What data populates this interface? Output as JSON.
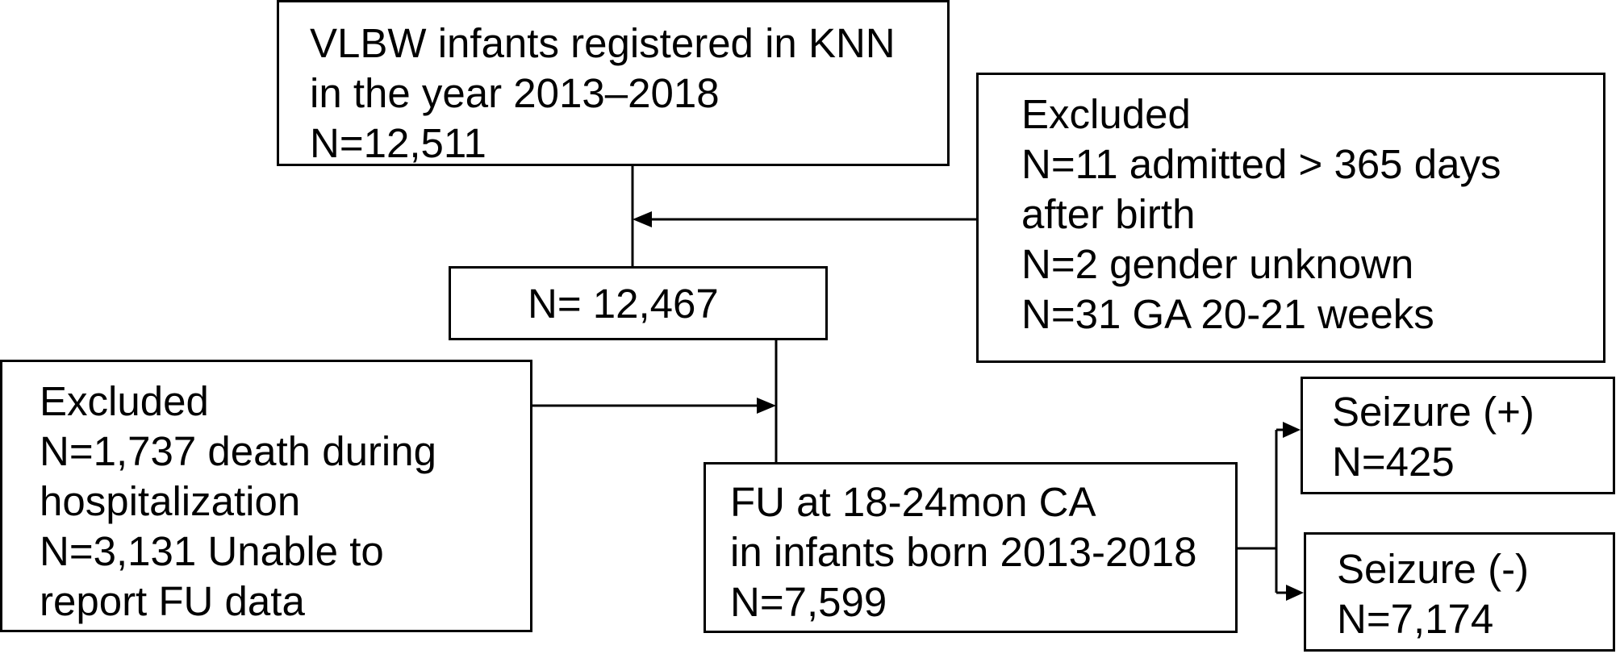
{
  "boxes": {
    "registered": {
      "lines": [
        "VLBW infants registered in KNN",
        "in the year 2013–2018",
        "N=12,511"
      ]
    },
    "excluded_first": {
      "lines": [
        "Excluded",
        "N=11 admitted > 365 days",
        "after birth",
        "N=2  gender unknown",
        "N=31 GA 20-21 weeks"
      ]
    },
    "eligible": {
      "lines": [
        "N= 12,467"
      ]
    },
    "excluded_second": {
      "lines": [
        "Excluded",
        "N=1,737 death during",
        "hospitalization",
        "N=3,131 Unable to",
        "report FU data"
      ]
    },
    "followup": {
      "lines": [
        "FU at 18-24mon CA",
        "in infants born 2013-2018",
        "N=7,599"
      ]
    },
    "seizure_positive": {
      "lines": [
        "Seizure (+)",
        "N=425"
      ]
    },
    "seizure_negative": {
      "lines": [
        "Seizure (-)",
        "N=7,174"
      ]
    }
  }
}
